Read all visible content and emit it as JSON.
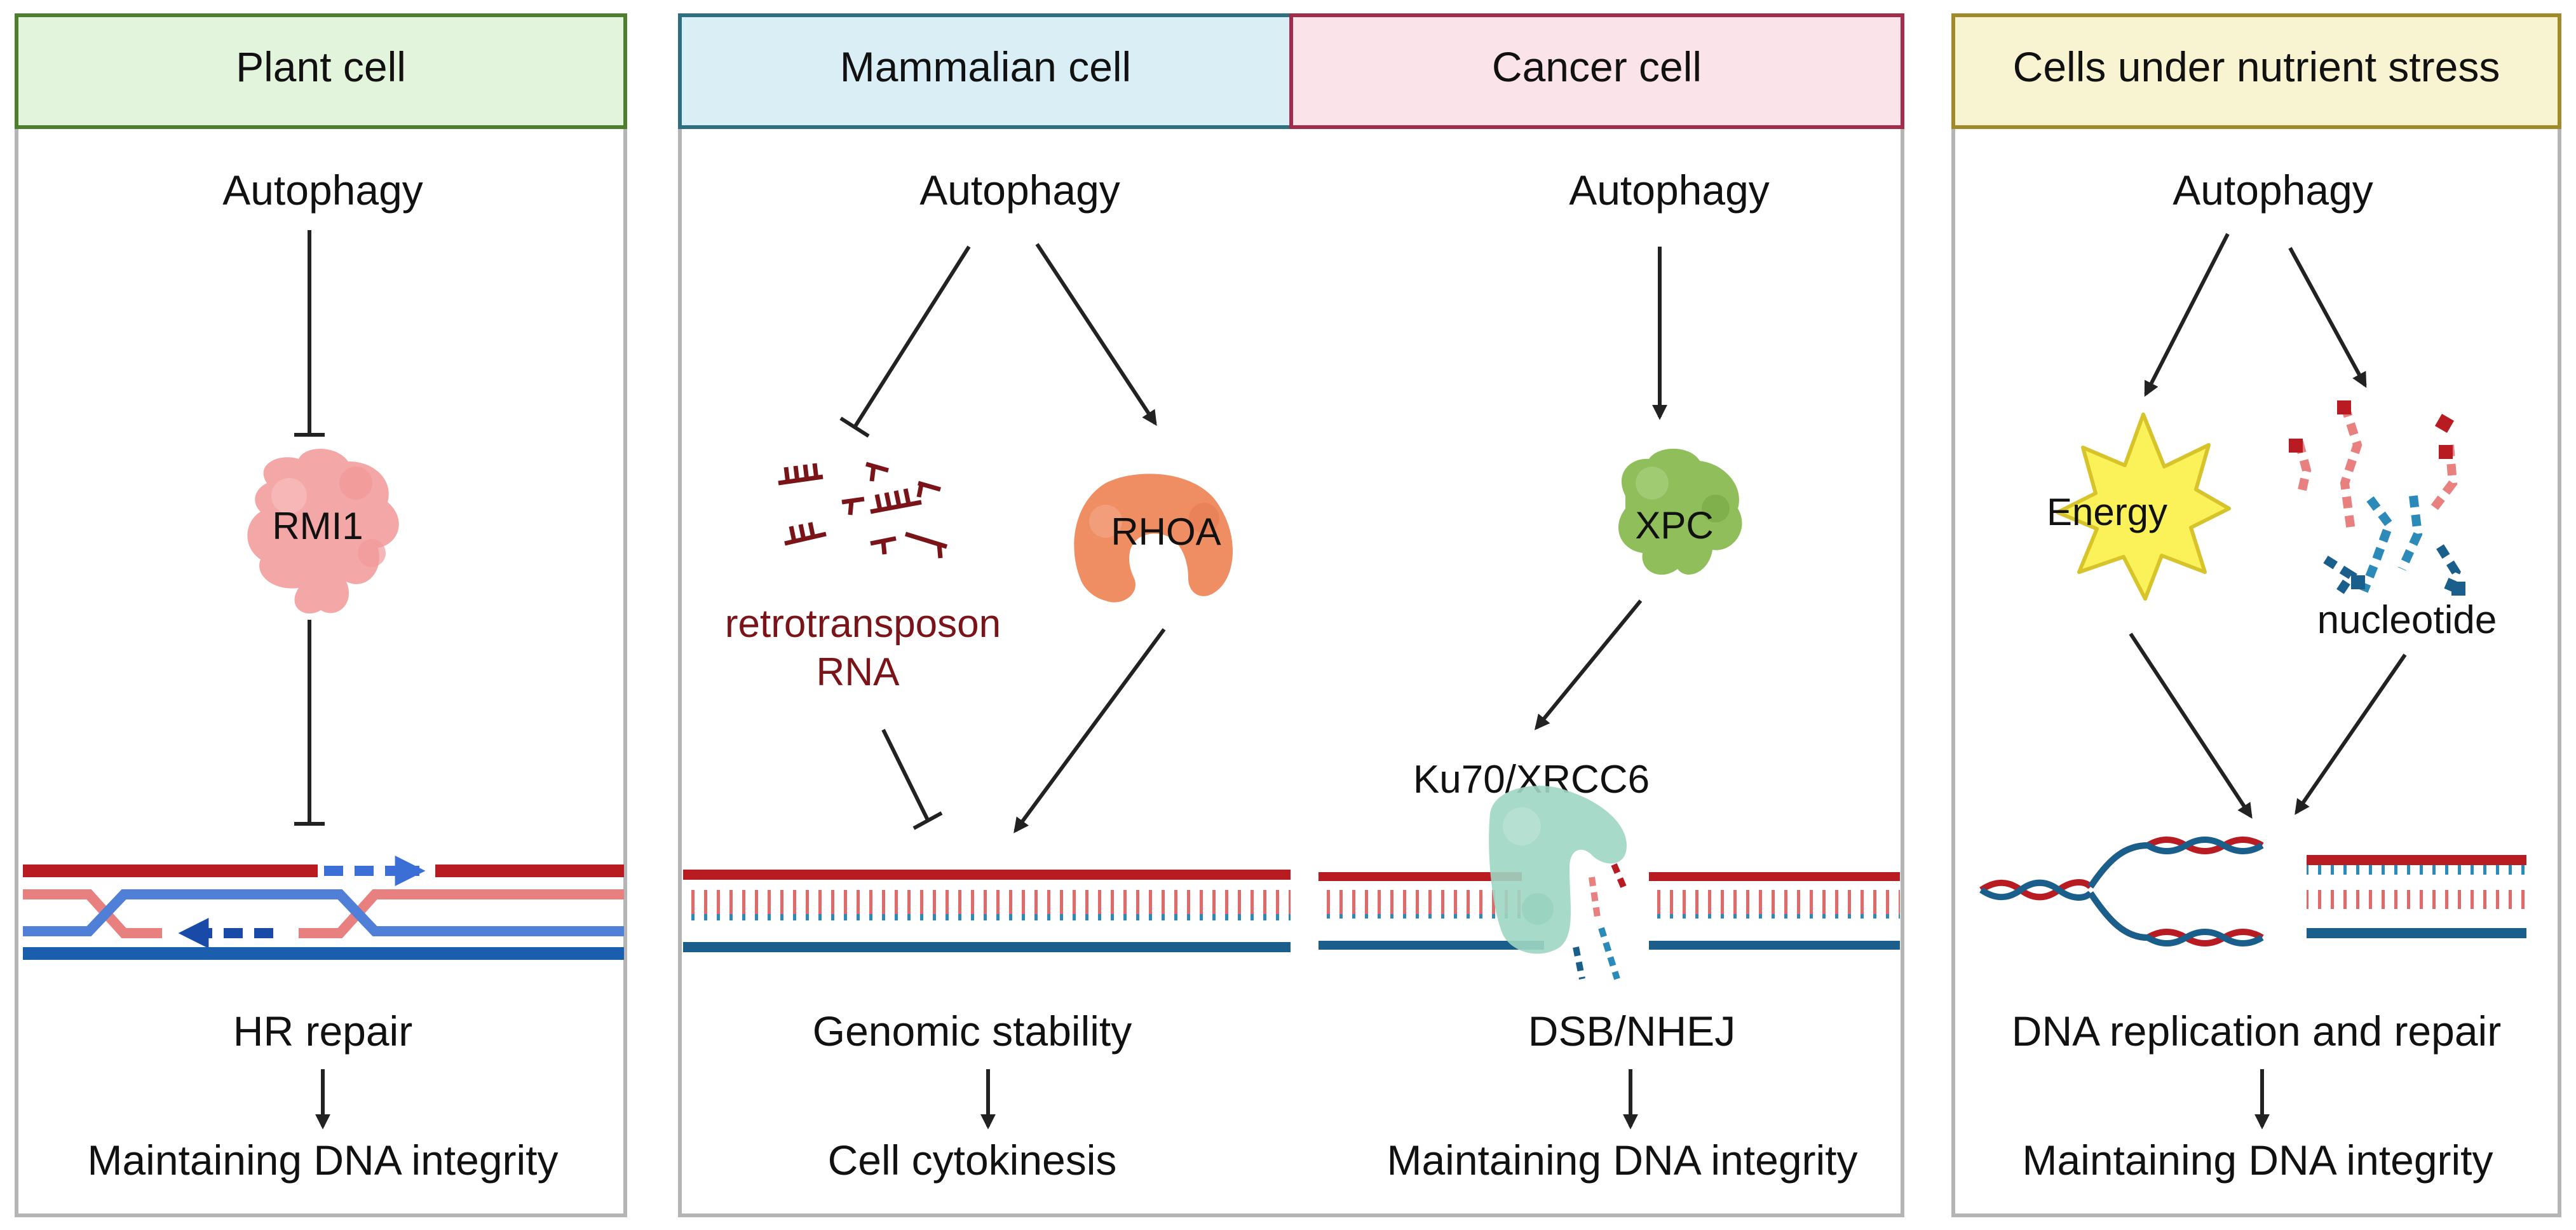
{
  "panels": {
    "plant": {
      "header": "Plant cell",
      "autophagy": "Autophagy",
      "protein": "RMI1",
      "process": "HR repair",
      "outcome": "Maintaining DNA integrity"
    },
    "mammalian": {
      "header": "Mammalian cell",
      "autophagy": "Autophagy",
      "rna_line1": "retrotransposon",
      "rna_line2": "RNA",
      "protein": "RHOA",
      "process": "Genomic stability",
      "outcome": "Cell cytokinesis"
    },
    "cancer": {
      "header": "Cancer cell",
      "autophagy": "Autophagy",
      "protein": "XPC",
      "complex": "Ku70/XRCC6",
      "process": "DSB/NHEJ",
      "outcome": "Maintaining DNA integrity"
    },
    "stress": {
      "header": "Cells under nutrient stress",
      "autophagy": "Autophagy",
      "energy": "Energy",
      "nucleotide": "nucleotide",
      "process": "DNA replication and repair",
      "outcome": "Maintaining DNA integrity"
    }
  },
  "colors": {
    "plant_header_fill": "#e2f4dc",
    "plant_header_border": "#4f7d2e",
    "mammalian_header_fill": "#d9eff5",
    "mammalian_header_border": "#2f6f82",
    "cancer_header_fill": "#fbe3ea",
    "cancer_header_border": "#a12c4b",
    "stress_header_fill": "#f8f4d2",
    "stress_header_border": "#a08a2a",
    "panel_border": "#b5b5b5",
    "dna_red": "#b81c22",
    "dna_blue": "#1a5f8c",
    "strand_light_red": "#e88080",
    "strand_blue": "#4f7fd6",
    "retrotransposon_text": "#7a1418",
    "rmi1": "#f4a7a7",
    "rhoa": "#ef8d63",
    "xpc": "#8fbe5b",
    "ku70": "#9fd6c4",
    "energy_fill": "#fbf25a",
    "energy_stroke": "#d6c42a"
  }
}
